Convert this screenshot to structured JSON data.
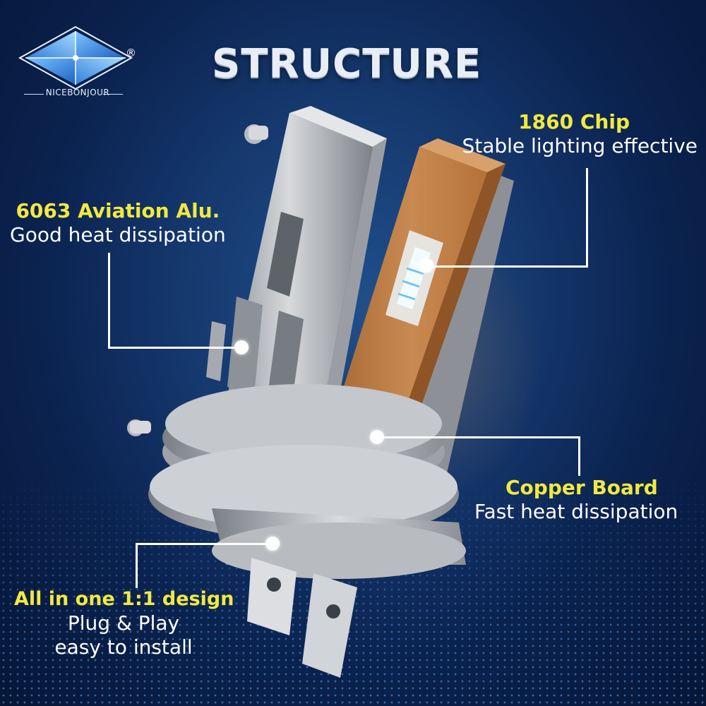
{
  "brand": {
    "name": "NICEBONJOUR",
    "registered_mark": "®"
  },
  "title": "STRUCTURE",
  "callouts": {
    "chip": {
      "heading": "1860 Chip",
      "text": "Stable lighting effective"
    },
    "aluminum": {
      "heading": "6063 Aviation Alu.",
      "text": "Good heat dissipation"
    },
    "copper": {
      "heading": "Copper Board",
      "text": "Fast heat dissipation"
    },
    "design": {
      "heading": "All in one 1:1 design",
      "lines": [
        "Plug & Play",
        "easy to install"
      ]
    }
  },
  "colors": {
    "heading": "#f1e940",
    "text": "#ffffff",
    "background": "#0b2350",
    "copper": "#c4824a"
  },
  "icons": [
    "logo-diamond-icon",
    "led-bulb-illustration"
  ]
}
